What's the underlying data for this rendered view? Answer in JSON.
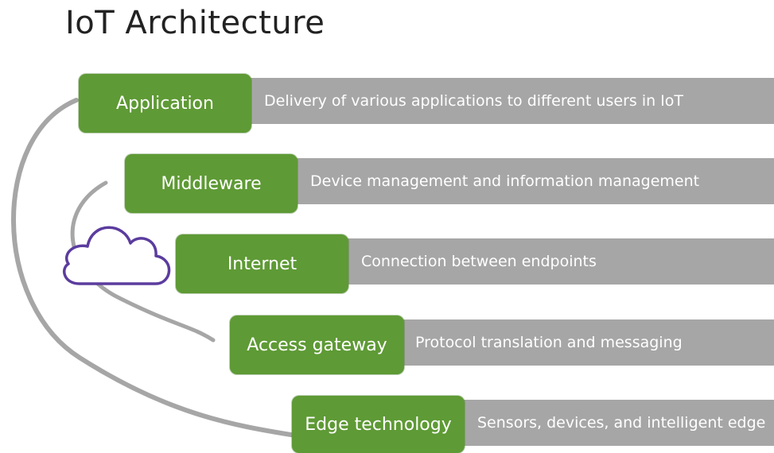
{
  "title": "IoT Architecture",
  "colors": {
    "layer_box": "#5e9a35",
    "band": "#a6a6a6",
    "arc": "#a6a6a6",
    "cloud_outline": "#5b3c9e"
  },
  "icons": [
    "cloud-icon"
  ],
  "layers": [
    {
      "name": "Application",
      "description": "Delivery of various applications to different users in IoT"
    },
    {
      "name": "Middleware",
      "description": "Device management and information  management"
    },
    {
      "name": "Internet",
      "description": "Connection between endpoints"
    },
    {
      "name": "Access gateway",
      "description": "Protocol translation and messaging"
    },
    {
      "name": "Edge technology",
      "description": "Sensors, devices, and intelligent edge"
    }
  ]
}
